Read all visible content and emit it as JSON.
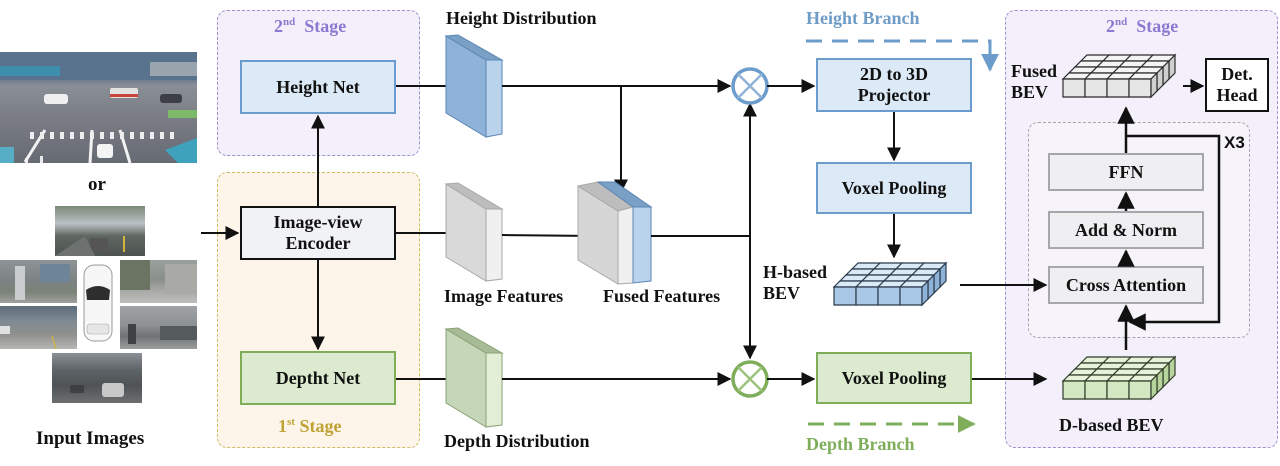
{
  "input": {
    "label": "Input Images",
    "or_label": "or"
  },
  "stages": {
    "stage2_left": {
      "num": "2",
      "sup": "nd",
      "word": "Stage"
    },
    "stage1": {
      "num": "1",
      "sup": "st",
      "word": "Stage"
    },
    "stage2_right": {
      "num": "2",
      "sup": "nd",
      "word": "Stage"
    }
  },
  "modules": {
    "height_net": "Height Net",
    "encoder_line1": "Image-view",
    "encoder_line2": "Encoder",
    "depth_net": "Deptht Net",
    "projector_line1": "2D to 3D",
    "projector_line2": "Projector",
    "voxel_pooling_height": "Voxel Pooling",
    "voxel_pooling_depth": "Voxel Pooling",
    "ffn": "FFN",
    "add_norm": "Add & Norm",
    "cross_attention": "Cross Attention",
    "det_head_line1": "Det.",
    "det_head_line2": "Head"
  },
  "features": {
    "height_distribution": "Height Distribution",
    "image_features": "Image Features",
    "fused_features": "Fused Features",
    "depth_distribution": "Depth Distribution"
  },
  "bev": {
    "h_based_line1": "H-based",
    "h_based_line2": "BEV",
    "d_based": "D-based BEV",
    "fused_line1": "Fused",
    "fused_line2": "BEV"
  },
  "branches": {
    "height": "Height Branch",
    "depth": "Depth Branch"
  },
  "repeat": "X3",
  "colors": {
    "blue_accent": "#6b9ccb",
    "green_accent": "#7fae5b",
    "purple_title": "#8b78d0",
    "gold_title": "#bfa233",
    "height_branch_text": "#6f9cc6",
    "depth_branch_text": "#7fae5b"
  }
}
